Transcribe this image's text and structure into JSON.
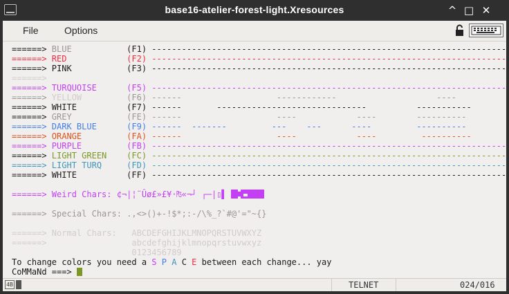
{
  "window": {
    "title": "base16-atelier-forest-light.Xresources",
    "minimize_glyph": "^",
    "maximize_glyph": "□",
    "close_glyph": "✕"
  },
  "menu": {
    "file": "File",
    "options": "Options"
  },
  "toolbar": {
    "icons": [
      "lock-icon",
      "keyboard-icon"
    ]
  },
  "colors": {
    "fg": "#1b1918",
    "red": "#f22c40",
    "pink": "#1b1918",
    "purple": "#c33ff3",
    "grey": "#9c9491",
    "blue": "#407ee7",
    "orange": "#df5320",
    "green": "#7b9726",
    "turq": "#3d97b8",
    "dim": "#d1ccc9",
    "bg": "#f1efee"
  },
  "color_rows": [
    {
      "arrow": "======>",
      "name": "BLUE",
      "key": "(F1)",
      "dashes": "--------------------------------------------------------------------------------"
    },
    {
      "arrow": "======>",
      "name": "RED",
      "key": "(F2)",
      "dashes": "--------------------------------------------------------------------------------"
    },
    {
      "arrow": "======>",
      "name": "PINK",
      "key": "(F3)",
      "dashes": "--------------------------------------------------------------------------------"
    },
    {
      "arrow": "======>",
      "name": "",
      "key": "",
      "dashes": ""
    },
    {
      "arrow": "======>",
      "name": "TURQUOISE",
      "key": "(F5)",
      "dashes": "--------------------------------------------------------------------------------"
    },
    {
      "arrow": "======>",
      "name": "YELLOW",
      "key": "(F6)",
      "dashes": "------                   ------------                    ----"
    },
    {
      "arrow": "======>",
      "name": "WHITE",
      "key": "(F7)",
      "dashes": "------       ------------------------------          -----------"
    },
    {
      "arrow": "======>",
      "name": "GREY",
      "key": "(FE)",
      "dashes": "------                   ----            ----        ----------"
    },
    {
      "arrow": "======>",
      "name": "DARK BLUE",
      "key": "(F9)",
      "dashes": "------  -------         ---    ---      ----         ----------"
    },
    {
      "arrow": "======>",
      "name": "ORANGE",
      "key": "(FA)",
      "dashes": "------                   ----            ----         ----------"
    },
    {
      "arrow": "======>",
      "name": "PURPLE",
      "key": "(FB)",
      "dashes": "--------------------------------------------------------------------------------"
    },
    {
      "arrow": "======>",
      "name": "LIGHT GREEN",
      "key": "(FC)",
      "dashes": "--------------------------------------------------------------------------------"
    },
    {
      "arrow": "======>",
      "name": "LIGHT TURQ",
      "key": "(FD)",
      "dashes": "--------------------------------------------------------------------------------"
    },
    {
      "arrow": "======>",
      "name": "WHITE",
      "key": "(FF)",
      "dashes": "--------------------------------------------------------------------------------"
    }
  ],
  "weird": {
    "arrow": "======>",
    "label": "Weird Chars:",
    "chars": "¢¬|¦¨Ûø£»£¥·₧«¬┘ ┌─|▯▌"
  },
  "special": {
    "arrow": "======>",
    "label": "Special Chars:",
    "chars": ".,<>()+-!$*;:-/\\%_?`#@'=\"~{}"
  },
  "normal": {
    "arrow": "======>",
    "label": "Normal Chars:",
    "upper": "ABCDEFGHIJKLMNOPQRSTUVWXYZ",
    "arrow2": "======>",
    "lower": "abcdefghijklmnopqrstuvwxyz",
    "digits": "0123456789"
  },
  "instruction": {
    "pre": "To change colors you need a ",
    "s": "S",
    "p": "P",
    "a": "A",
    "c": "C",
    "e": "E",
    "post": " between each change... yay"
  },
  "command": {
    "prompt": "CoMMaNd ===> "
  },
  "status": {
    "mode": "TELNET",
    "position": "024/016"
  }
}
